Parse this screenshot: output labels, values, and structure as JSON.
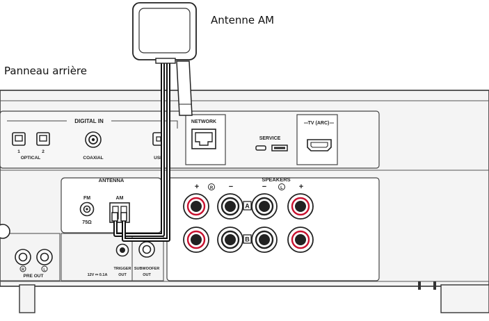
{
  "callouts": {
    "am_antenna": "Antenne AM",
    "rear_panel": "Panneau arrière"
  },
  "panel": {
    "digital_in": {
      "title": "DIGITAL IN",
      "optical_label": "OPTICAL",
      "optical_port_1": "1",
      "optical_port_2": "2",
      "coaxial_label": "COAXIAL",
      "usb_label": "USB"
    },
    "network_label": "NETWORK",
    "service_label": "SERVICE",
    "tv_arc_label": "TV (ARC)",
    "antenna": {
      "title": "ANTENNA",
      "fm_label": "FM",
      "fm_impedance": "75Ω",
      "am_label": "AM"
    },
    "speakers": {
      "title": "SPEAKERS",
      "plus": "+",
      "minus": "−",
      "right_mark": "R",
      "left_mark": "L",
      "row_a": "A",
      "row_b": "B"
    },
    "pre_out": {
      "label": "PRE OUT",
      "right_mark": "R",
      "left_mark": "L"
    },
    "trigger": {
      "voltage": "12V ⎓ 0.1A",
      "label_line1": "TRIGGER",
      "label_line2": "OUT"
    },
    "subwoofer": {
      "label_line1": "SUBWOOFER",
      "label_line2": "OUT"
    }
  }
}
